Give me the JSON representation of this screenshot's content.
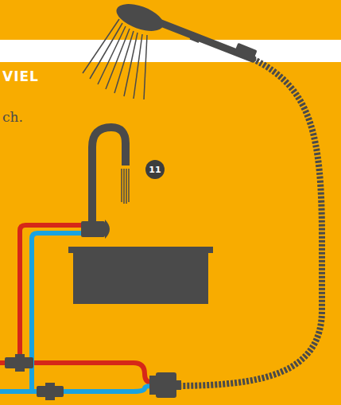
{
  "diagram": {
    "labels": [
      "VIEL",
      "ch.",
      "11"
    ]
  }
}
